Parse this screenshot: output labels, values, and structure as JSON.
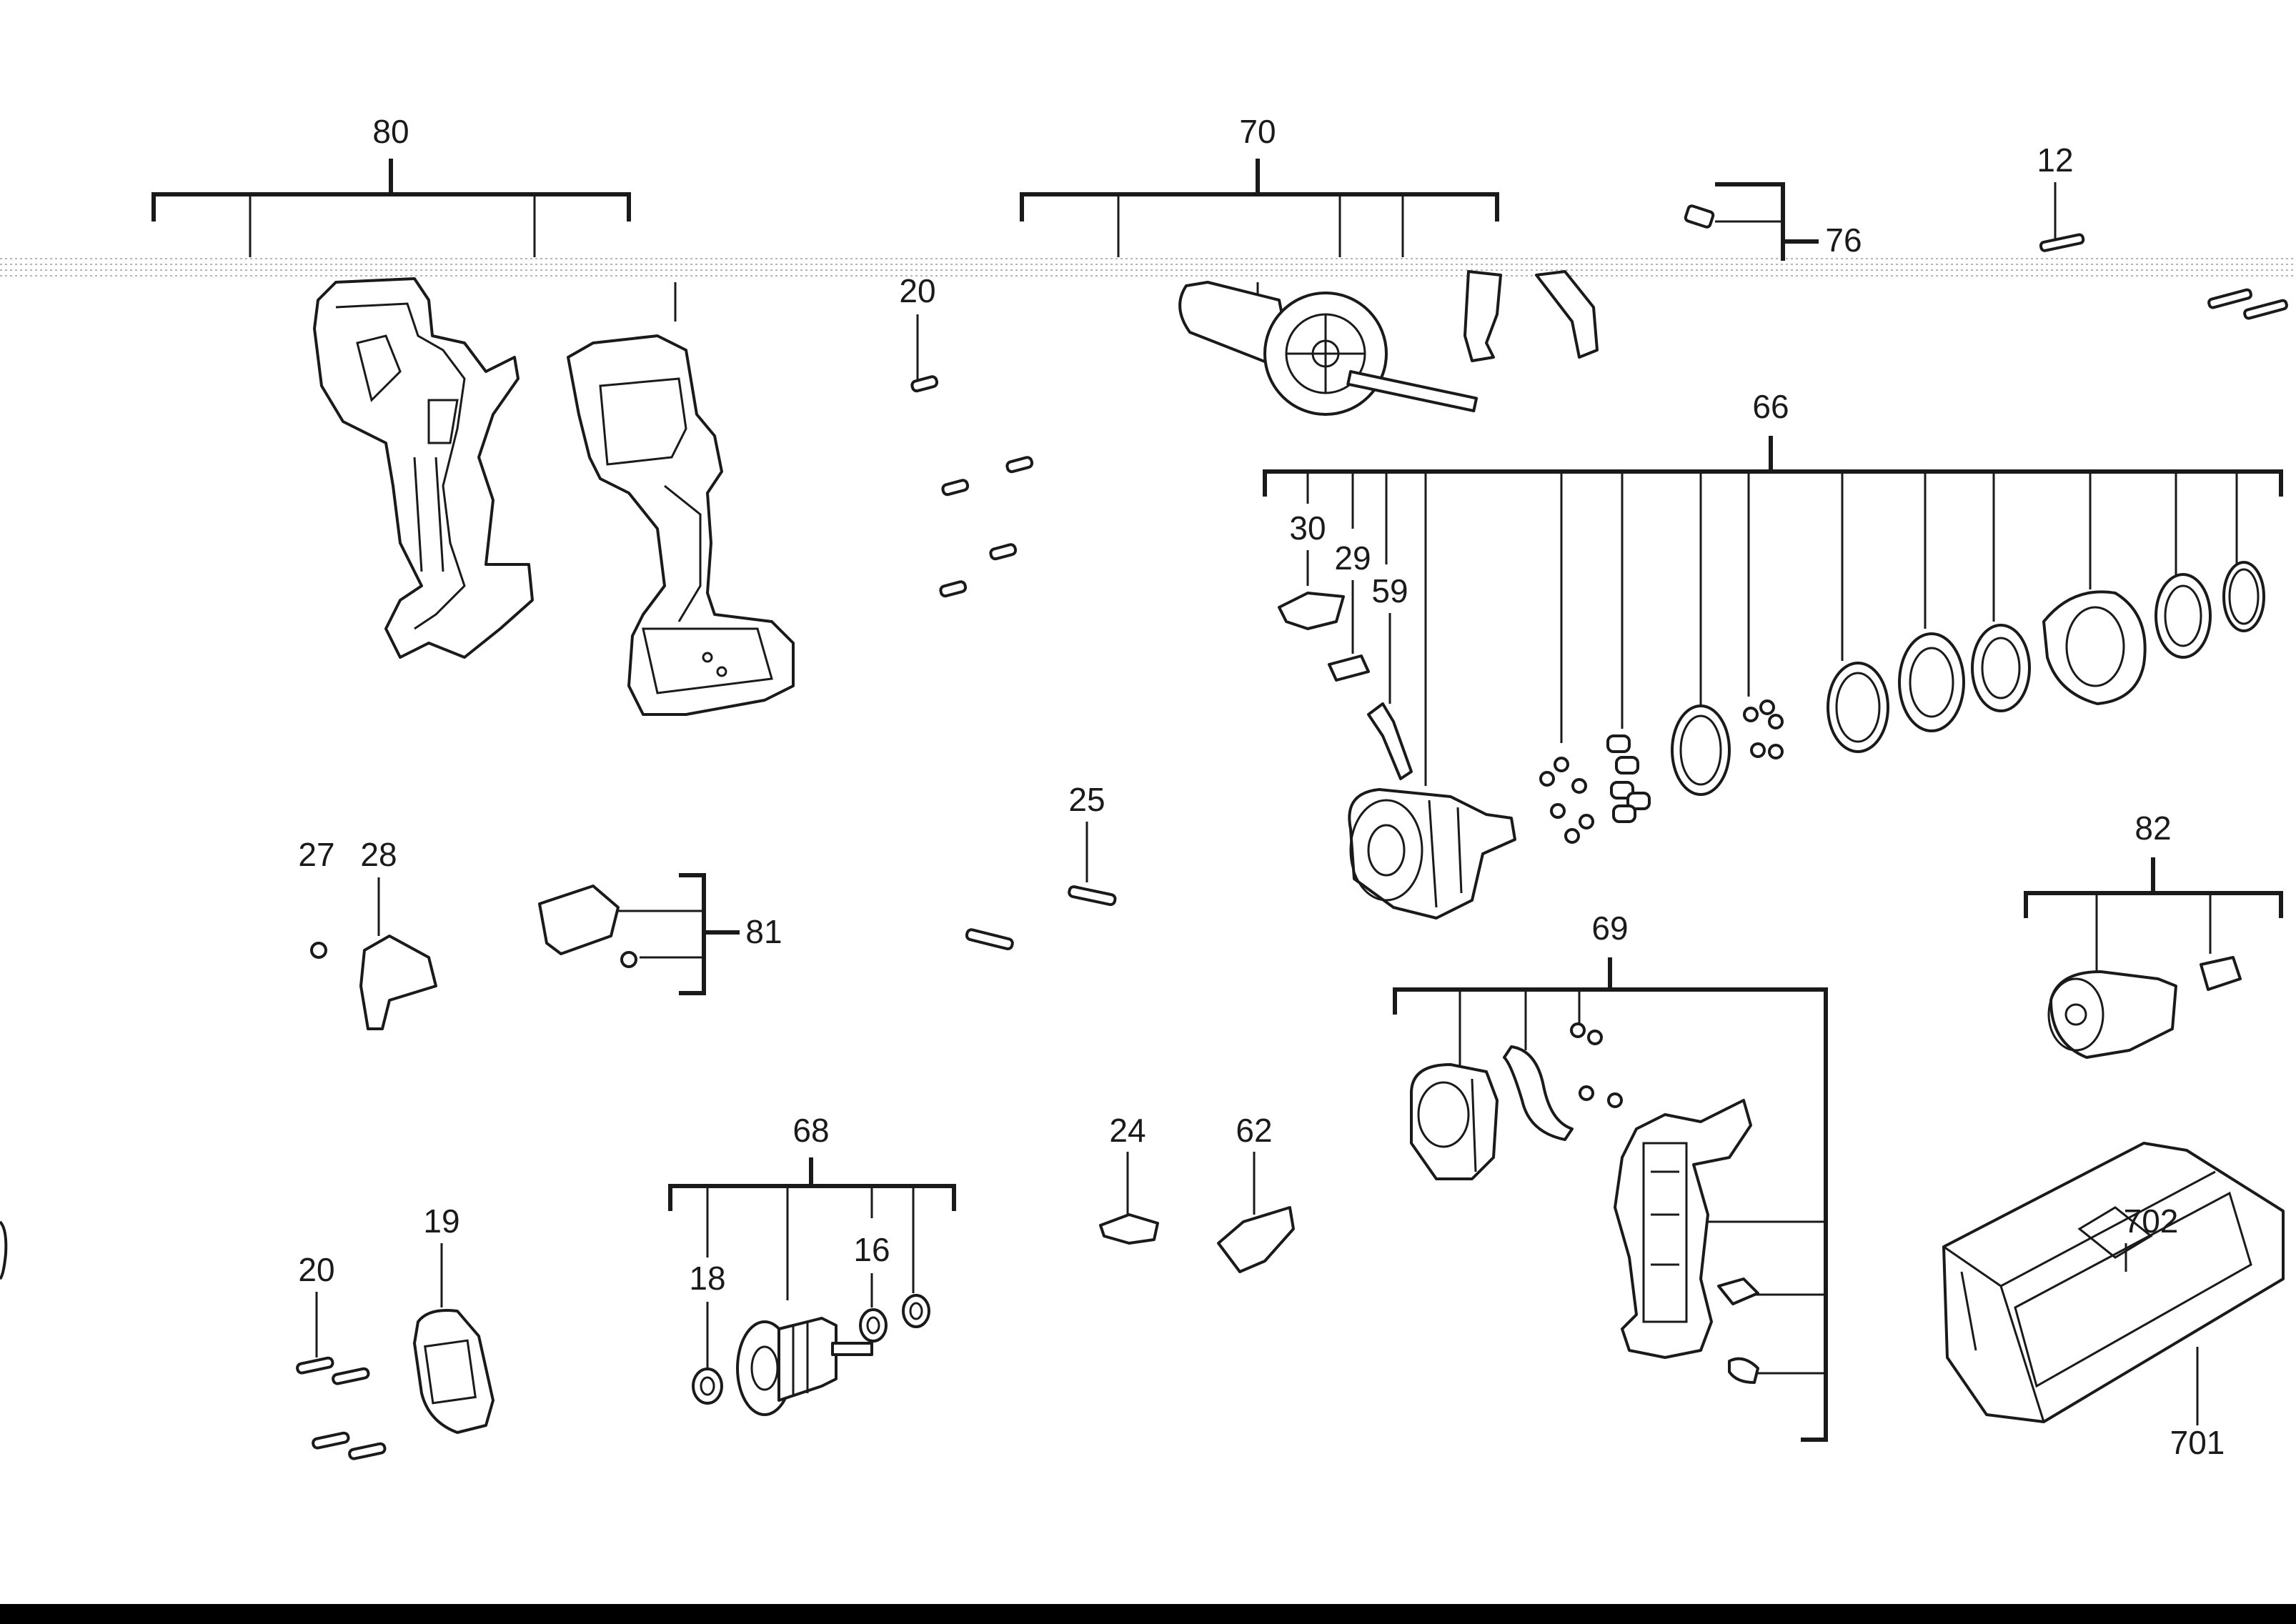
{
  "labels": {
    "l80": "80",
    "l70": "70",
    "l12": "12",
    "l76": "76",
    "l20a": "20",
    "l66": "66",
    "l30": "30",
    "l29": "29",
    "l59": "59",
    "l25": "25",
    "l27": "27",
    "l28": "28",
    "l81": "81",
    "l82": "82",
    "l69": "69",
    "l68": "68",
    "l24": "24",
    "l62": "62",
    "l19": "19",
    "l20b": "20",
    "l18": "18",
    "l16": "16",
    "l702": "702",
    "l701": "701"
  },
  "colors": {
    "line": "#1a1a1a",
    "background": "#ffffff",
    "bottom_bar": "#000000"
  },
  "icons": {
    "handle_left": "housing-half-icon",
    "handle_right": "housing-half-icon",
    "side_handle": "side-handle-icon",
    "gearbox": "gearbox-icon",
    "chuck": "chuck-icon",
    "case": "carry-case-icon",
    "switch": "trigger-switch-icon",
    "stator": "stator-icon",
    "armature": "armature-icon"
  }
}
